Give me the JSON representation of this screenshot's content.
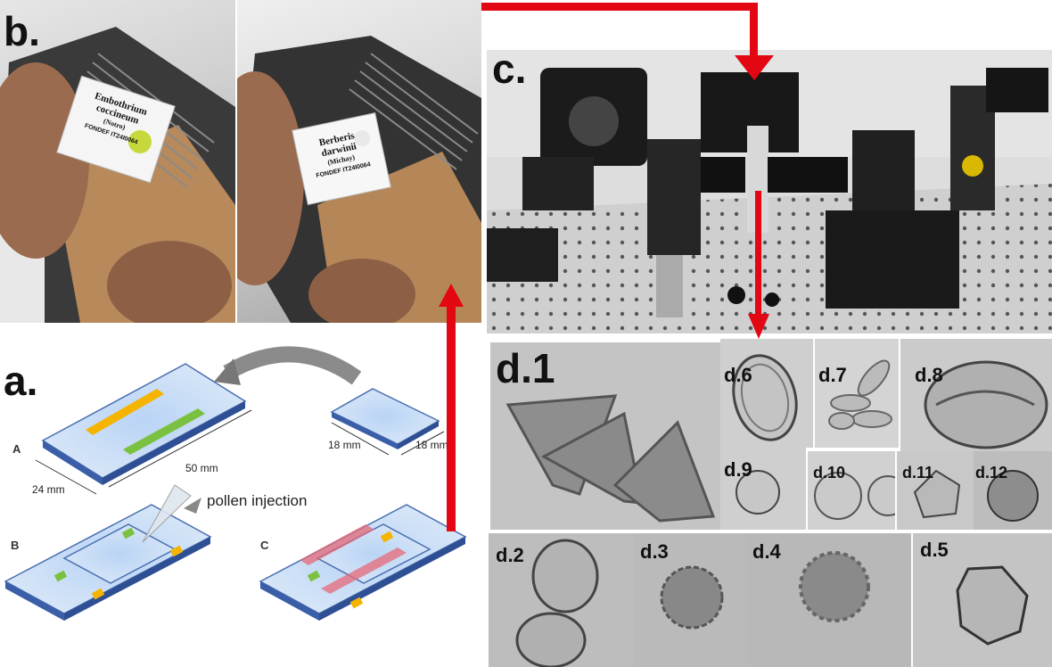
{
  "panels": {
    "a": "a.",
    "b": "b.",
    "c": "c.",
    "d1": "d.1",
    "d2": "d.2",
    "d3": "d.3",
    "d4": "d.4",
    "d5": "d.5",
    "d6": "d.6",
    "d7": "d.7",
    "d8": "d.8",
    "d9": "d.9",
    "d10": "d.10",
    "d11": "d.11",
    "d12": "d.12"
  },
  "slide_labels": {
    "left": {
      "line1": "Embothrium",
      "line2": "coccineum",
      "line3": "(Notro)",
      "code": "FONDEF IT24I0064"
    },
    "right": {
      "line1": "Berberis",
      "line2": "darwinii",
      "line3": "(Michay)",
      "code": "FONDEF IT24I0064"
    }
  },
  "schematic": {
    "step_a": "A",
    "step_b": "B",
    "step_c": "C",
    "dim_50": "50 mm",
    "dim_24": "24 mm",
    "dim_18a": "18 mm",
    "dim_18b": "18 mm",
    "injection": "pollen injection"
  },
  "colors": {
    "arrow": "#e30613",
    "slide": "#c7dcf3",
    "yellow": "#f4b400",
    "green": "#7ac142",
    "red_strip": "#e66a78"
  }
}
